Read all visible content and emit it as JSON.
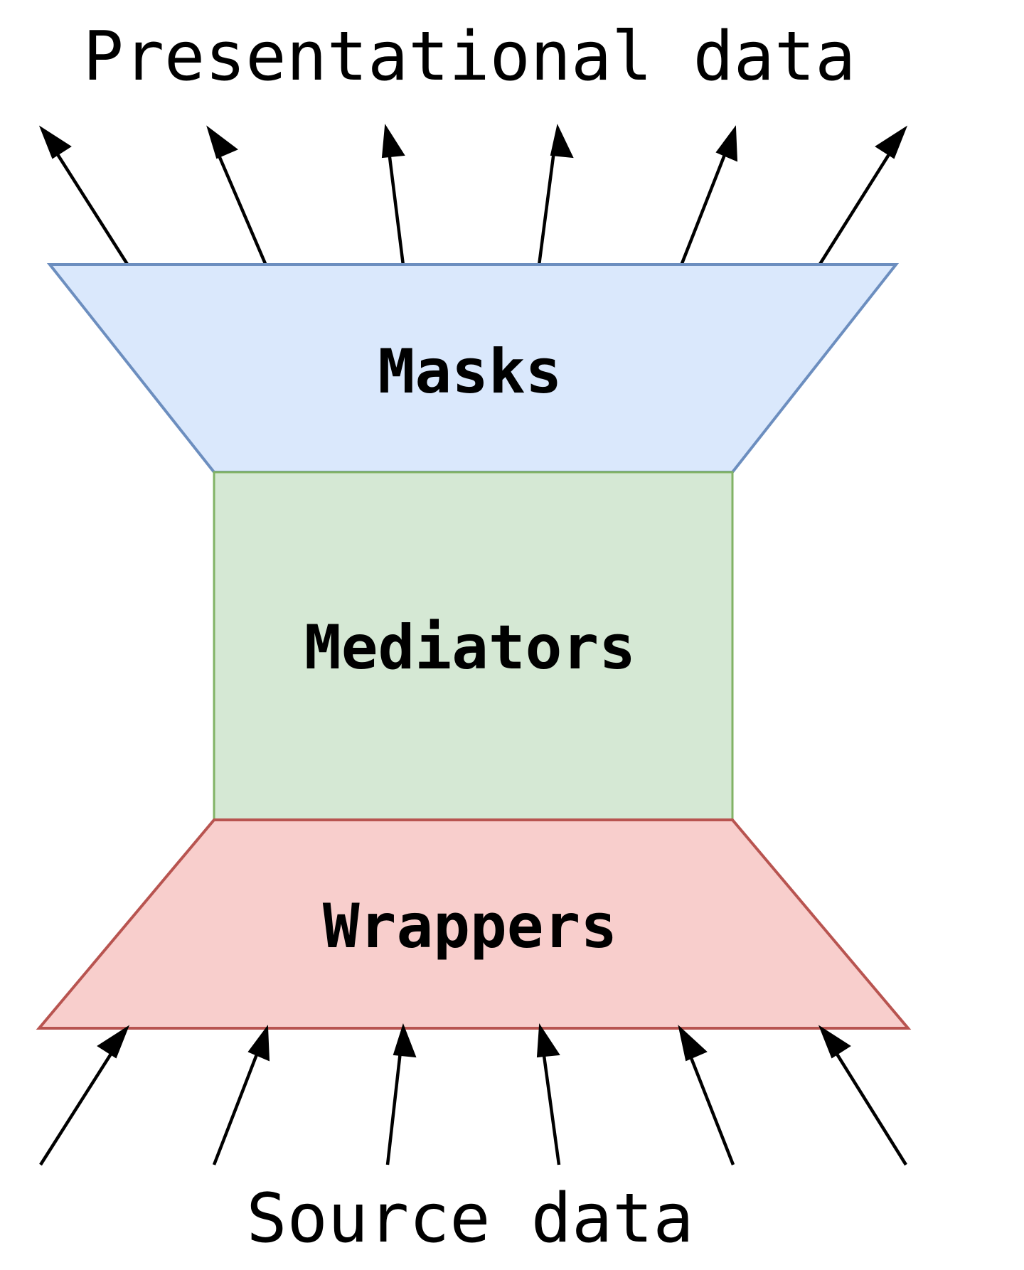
{
  "diagram": {
    "top_label": "Presentational data",
    "bottom_label": "Source data",
    "layers": {
      "masks": {
        "label": "Masks",
        "fill": "#dae8fc",
        "stroke": "#6c8ebf"
      },
      "mediators": {
        "label": "Mediators",
        "fill": "#d5e8d4",
        "stroke": "#82b366"
      },
      "wrappers": {
        "label": "Wrappers",
        "fill": "#f8cecc",
        "stroke": "#b85450"
      }
    },
    "arrow_color": "#000000"
  }
}
